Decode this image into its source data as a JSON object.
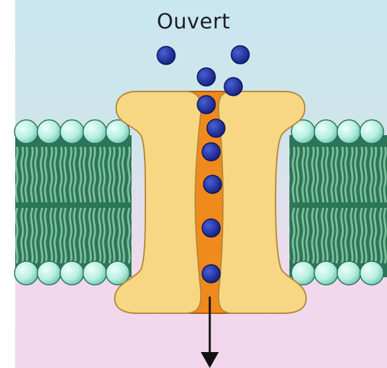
{
  "diagram": {
    "label": "Ouvert",
    "colors": {
      "extracellular": "#c7e3ec",
      "intracellular": "#f2d6ec",
      "membrane_core": "#2f7a5a",
      "lipid_head": "#c2f2e4",
      "channel_protein": "#f6d27c",
      "channel_pore": "#f08a1c",
      "ion": "#1f2fa3",
      "arrow": "#111111"
    },
    "parts": [
      "membrane-left",
      "membrane-right",
      "channel-protein-left",
      "channel-protein-right",
      "channel-pore",
      "ions",
      "flow-arrow"
    ]
  }
}
